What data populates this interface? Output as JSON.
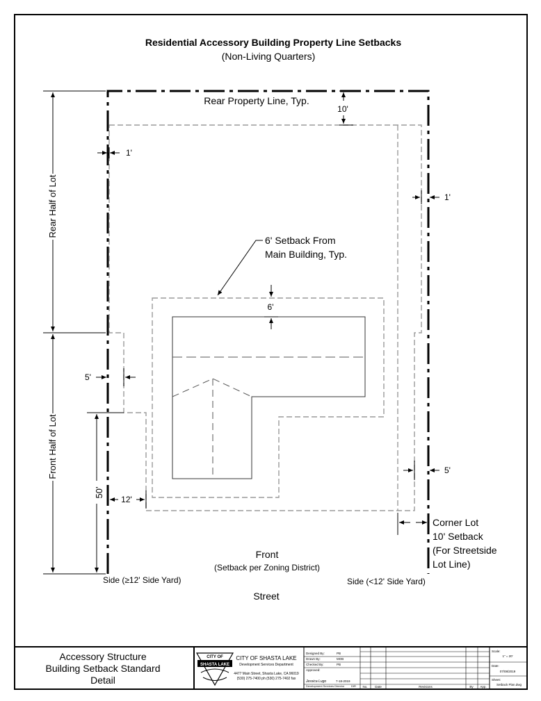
{
  "title": "Residential Accessory Building Property Line Setbacks",
  "subtitle": "(Non-Living Quarters)",
  "labels": {
    "rear_property_line": "Rear Property Line, Typ.",
    "ten_ft": "10'",
    "one_ft_left": "1'",
    "one_ft_right": "1'",
    "six_ft_setback_line1": "6' Setback From",
    "six_ft_setback_line2": "Main Building, Typ.",
    "six_ft": "6'",
    "five_ft_left": "5'",
    "five_ft_right": "5'",
    "rear_half": "Rear Half of Lot",
    "front_half": "Front Half of Lot",
    "fifty_ft": "50'",
    "twelve_ft": "12'",
    "corner_lot_line1": "Corner Lot",
    "corner_lot_line2": "10' Setback",
    "corner_lot_line3": "(For Streetside",
    "corner_lot_line4": "Lot Line)",
    "front": "Front",
    "front_setback": "(Setback per Zoning District)",
    "side_left": "Side (≥12' Side Yard)",
    "side_right": "Side (<12' Side Yard)",
    "street": "Street"
  },
  "title_block": {
    "drawing_title_1": "Accessory Structure",
    "drawing_title_2": "Building Setback Standard",
    "drawing_title_3": "Detail",
    "logo_text_top": "CITY OF",
    "logo_text_mid": "SHASTA LAKE",
    "city_name": "CITY OF SHASTA LAKE",
    "department": "Development Services Department",
    "address": "4477 Main Street, Shasta Lake, CA 96019",
    "phone": "(530) 275-7400 ph     (530) 275-7402 fax",
    "designed_by_label": "Designed By:",
    "designed_by": "PB",
    "drawn_by_label": "Drawn By:",
    "drawn_by": "MOB",
    "checked_by_label": "Checked By:",
    "checked_by": "PB",
    "approved_label": "Approved:",
    "approver": "Jessica Lugo",
    "approved_date": "7-18-2019",
    "approver_title": "Development Services Director",
    "approver_no": "DIR",
    "rev_no": "No.",
    "rev_date": "Date",
    "rev_revisions": "Revisions",
    "rev_by": "By",
    "rev_app": "App.",
    "scale_label": "Scale:",
    "scale": "1\" = 20'",
    "date_label": "Date:",
    "date": "07/08/2019",
    "sheet_label": "Sheet:",
    "sheet": "Setback Plan.dwg"
  }
}
